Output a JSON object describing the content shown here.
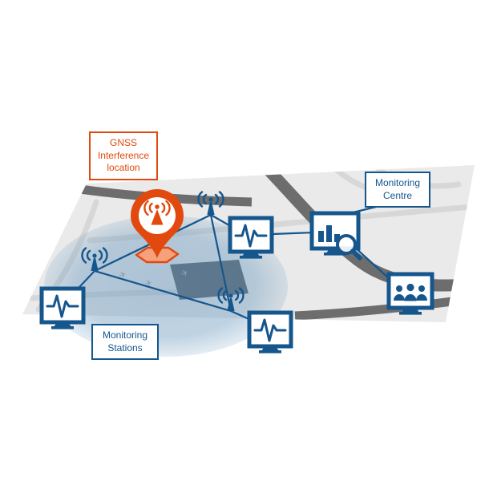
{
  "diagram": {
    "labels": {
      "gnss_interference": {
        "lines": [
          "GNSS",
          "Interference",
          "location"
        ]
      },
      "monitoring_centre": {
        "lines": [
          "Monitoring",
          "Centre"
        ]
      },
      "monitoring_stations": {
        "lines": [
          "Monitoring",
          "Stations"
        ]
      }
    },
    "colors": {
      "primary_blue": "#15568d",
      "accent_orange": "#e2490e",
      "map_fill": "#eaeaea",
      "road_dark": "#6d6d6d",
      "road_light": "#d7d7d7",
      "coverage_blue": "#6f9cc0",
      "building_dark": "#4d5761"
    },
    "icons": [
      "location-pin-icon",
      "radio-interference-icon",
      "antenna-icon",
      "waveform-monitor-icon",
      "barchart-monitor-icon",
      "magnifier-icon",
      "operators-monitor-icon",
      "plane-icon"
    ]
  }
}
